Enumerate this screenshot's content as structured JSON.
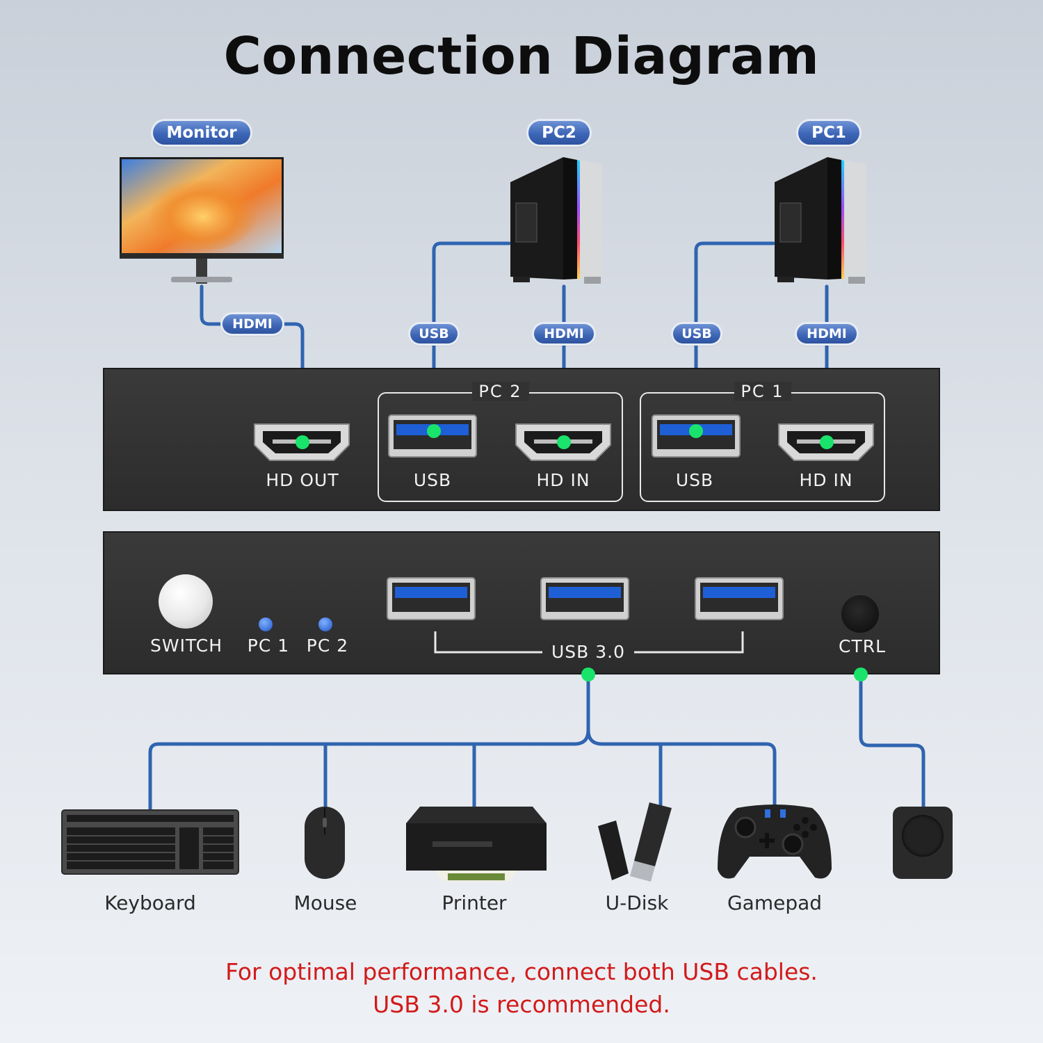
{
  "title": "Connection Diagram",
  "sources": {
    "monitor": "Monitor",
    "pc2": "PC2",
    "pc1": "PC1"
  },
  "cables": {
    "monitor_hdmi": "HDMI",
    "pc2_usb": "USB",
    "pc2_hdmi": "HDMI",
    "pc1_usb": "USB",
    "pc1_hdmi": "HDMI"
  },
  "back_panel": {
    "hd_out": "HD OUT",
    "pc2_group": "PC 2",
    "pc2_usb": "USB",
    "pc2_hd_in": "HD IN",
    "pc1_group": "PC 1",
    "pc1_usb": "USB",
    "pc1_hd_in": "HD IN"
  },
  "front_panel": {
    "switch": "SWITCH",
    "led_pc1": "PC 1",
    "led_pc2": "PC 2",
    "usb30": "USB 3.0",
    "ctrl": "CTRL"
  },
  "peripherals": {
    "keyboard": "Keyboard",
    "mouse": "Mouse",
    "printer": "Printer",
    "udisk": "U-Disk",
    "gamepad": "Gamepad"
  },
  "note": {
    "line1": "For optimal performance, connect both USB cables.",
    "line2": "USB 3.0 is recommended."
  },
  "colors": {
    "wire": "#2f64b0",
    "dot": "#19e36a",
    "pill": "#3d66b8",
    "note": "#d21a1a",
    "panel": "#323232"
  }
}
